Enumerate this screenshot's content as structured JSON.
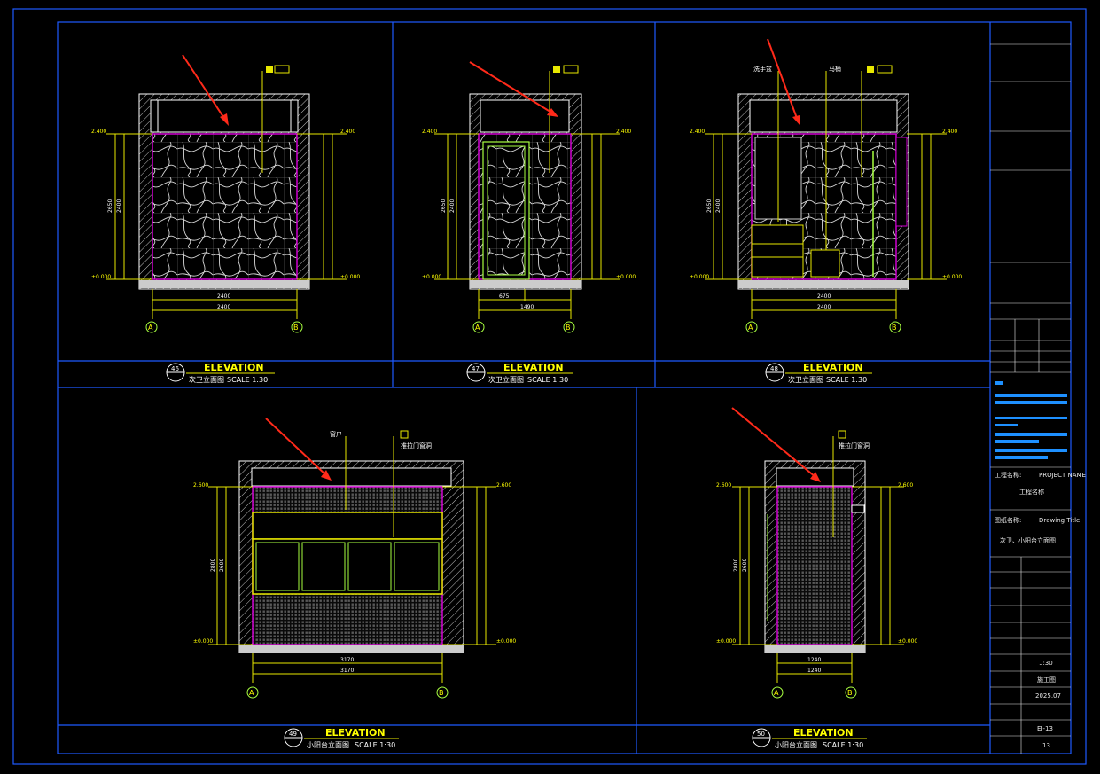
{
  "colors": {
    "frame": "#1e5aff",
    "wall": "#ffffff",
    "tile": "#e6e6e6",
    "magenta": "#d000d0",
    "yellow": "#e8e800",
    "green": "#a8ff40",
    "arrow": "#ff2a1a",
    "bar": "#1e90ff"
  },
  "elevations": [
    {
      "num": "46",
      "title": "ELEVATION",
      "subtitle": "次卫立面图",
      "scale": "SCALE 1:30",
      "top_dim": "2400",
      "bot_dim": "2400",
      "lv_top": "2.400",
      "lv_bot": "±0.000",
      "h1": "2400",
      "h2": "2650",
      "axis_a": "A",
      "axis_b": "B"
    },
    {
      "num": "47",
      "title": "ELEVATION",
      "subtitle": "次卫立面图",
      "scale": "SCALE 1:30",
      "top_dim": "675",
      "bot_dim": "1490",
      "lv_top": "2.400",
      "lv_bot": "±0.000",
      "h1": "2400",
      "h2": "2650",
      "axis_a": "A",
      "axis_b": "B"
    },
    {
      "num": "48",
      "title": "ELEVATION",
      "subtitle": "次卫立面图",
      "scale": "SCALE 1:30",
      "top_dim": "2400",
      "bot_dim": "2400",
      "lv_top": "2.400",
      "lv_bot": "±0.000",
      "h1": "2400",
      "h2": "2650",
      "axis_a": "A",
      "axis_b": "B"
    },
    {
      "num": "49",
      "title": "ELEVATION",
      "subtitle": "小阳台立面图",
      "scale": "SCALE 1:30",
      "top_dim": "3170",
      "bot_dim": "3170",
      "lv_top": "2.600",
      "lv_bot": "±0.000",
      "h1": "2600",
      "h2": "2800",
      "axis_a": "A",
      "axis_b": "B"
    },
    {
      "num": "50",
      "title": "ELEVATION",
      "subtitle": "小阳台立面图",
      "scale": "SCALE 1:30",
      "top_dim": "1240",
      "bot_dim": "1240",
      "lv_top": "2.600",
      "lv_bot": "±0.000",
      "h1": "2600",
      "h2": "2800",
      "axis_a": "A",
      "axis_b": "B"
    }
  ],
  "callouts": {
    "shower": "洗手盆",
    "toilet": "马桶",
    "window": "窗户",
    "balcony": "推拉门窗洞"
  },
  "title_block": {
    "project_label": "工程名称:",
    "project_code": "PROJECT NAME",
    "project_name": "工程名称",
    "drawing_label": "图纸名称:",
    "drawing_code": "Drawing Title",
    "drawing_name": "次卫、小阳台立面图",
    "scale_value": "1:30",
    "stage_value": "施工图",
    "date_value": "2025.07",
    "code_value": "EI-13",
    "page_value": "13"
  }
}
